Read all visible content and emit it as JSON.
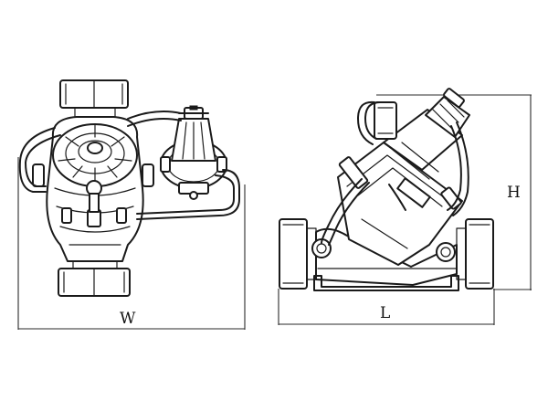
{
  "dimensions": {
    "width_label": "W",
    "length_label": "L",
    "height_label": "H"
  },
  "colors": {
    "line": "#1a1a1a",
    "background": "#ffffff"
  }
}
